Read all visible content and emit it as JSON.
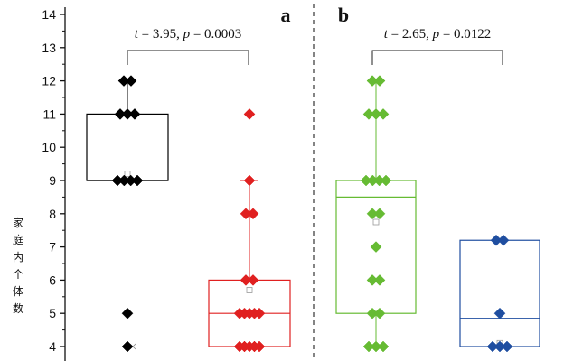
{
  "chart_data": {
    "type": "box",
    "ylabel": "家庭内个体数",
    "yticks": [
      4,
      5,
      6,
      7,
      8,
      9,
      10,
      11,
      12,
      13,
      14
    ],
    "ylim": [
      3.6,
      14
    ],
    "panels": [
      {
        "letter": "a",
        "stat_label": "t = 3.95, p = 0.0003",
        "stat_parts": {
          "t_sym": "t",
          "t_val": " = 3.95, ",
          "p_sym": "p",
          "p_val": " = 0.0003"
        },
        "groups": [
          {
            "color": "#000000",
            "box": {
              "q1": 9,
              "median": 9,
              "q3": 11,
              "whisker_low": 9,
              "whisker_high": 12,
              "mean": 9.2,
              "min_marker": 4
            },
            "points": [
              12,
              12,
              11,
              11,
              11,
              9,
              9,
              9,
              9,
              5,
              4
            ]
          },
          {
            "color": "#e02020",
            "box": {
              "q1": 4,
              "median": 5,
              "q3": 6,
              "whisker_low": 4,
              "whisker_high": 9,
              "mean": 5.7
            },
            "points": [
              11,
              9,
              8,
              8,
              6,
              6,
              5,
              5,
              5,
              5,
              5,
              4,
              4,
              4,
              4,
              4
            ]
          }
        ]
      },
      {
        "letter": "b",
        "stat_label": "t = 2.65, p = 0.0122",
        "stat_parts": {
          "t_sym": "t",
          "t_val": " = 2.65, ",
          "p_sym": "p",
          "p_val": " = 0.0122"
        },
        "groups": [
          {
            "color": "#66bb33",
            "box": {
              "q1": 5,
              "median": 8.5,
              "q3": 9,
              "whisker_low": 4,
              "whisker_high": 12,
              "mean": 7.75
            },
            "points": [
              12,
              12,
              11,
              11,
              11,
              9,
              9,
              9,
              9,
              8,
              8,
              7,
              6,
              6,
              5,
              5,
              4,
              4,
              4
            ]
          },
          {
            "color": "#1f4ea0",
            "box": {
              "q1": 4,
              "median": 4.85,
              "q3": 7.2,
              "whisker_low": 4,
              "whisker_high": 7.2,
              "mean": 4.1
            },
            "points": [
              7.2,
              7.2,
              5,
              4,
              4,
              4
            ]
          }
        ]
      }
    ]
  }
}
